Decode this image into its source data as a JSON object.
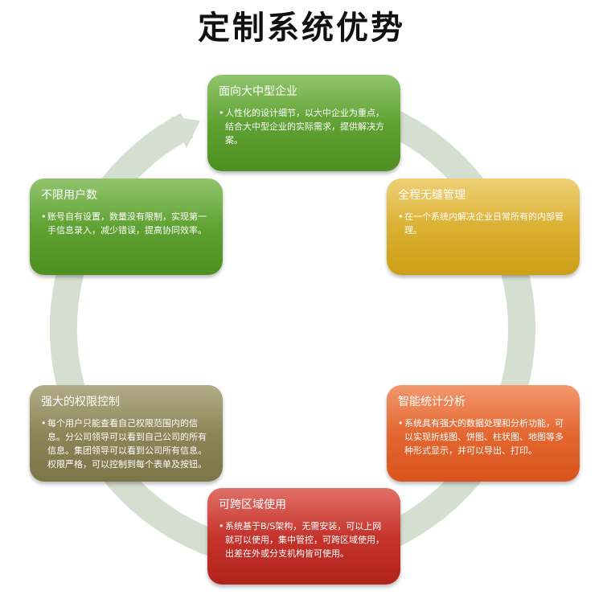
{
  "title": "定制系统优势",
  "colors": {
    "green": "#5fa232",
    "yellow": "#dcb02e",
    "orange": "#e5652d",
    "red": "#c53229",
    "olive": "#8c8557",
    "cycle": "#d5dfcf"
  },
  "cards": [
    {
      "name": "面向大中型企业",
      "bullet": "•",
      "text": "人性化的设计细节，以大中企业为重点，结合大中型企业的实际需求，提供解决方案。"
    },
    {
      "name": "全程无缝管理",
      "bullet": "•",
      "text": "在一个系统内解决企业日常所有的内部管理。"
    },
    {
      "name": "智能统计分析",
      "bullet": "•",
      "text": "系统具有强大的数据处理和分析功能，可以实现折线图、饼图、柱状图、地图等多种形式显示，并可以导出、打印。"
    },
    {
      "name": "可跨区域使用",
      "bullet": "•",
      "text": "系统基于B/S架构，无需安装，可以上网就可以使用，集中管控，可跨区域使用，出差在外或分支机构皆可使用。"
    },
    {
      "name": "强大的权限控制",
      "bullet": "•",
      "text": "每个用户只能查看自己权限范围内的信息。分公司领导可以看到自己公司的所有信息。集团领导可以看到公司所有信息。权限严格，可以控制到每个表单及按钮。"
    },
    {
      "name": "不限用户数",
      "bullet": "•",
      "text": "账号自有设置，数量没有限制，实现第一手信息录入，减少错误，提高协同效率。"
    }
  ]
}
